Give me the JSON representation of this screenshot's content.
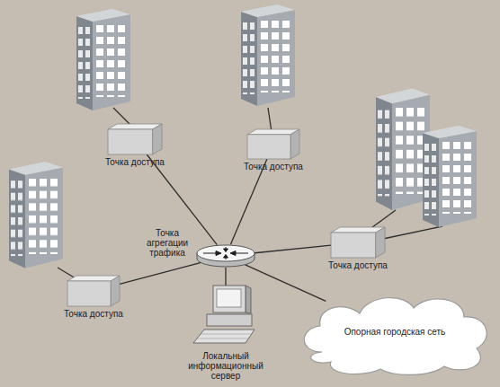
{
  "diagram": {
    "nodes": [
      {
        "text": [
          "Точка доступа"
        ]
      },
      {
        "text": [
          "Точка доступа"
        ]
      },
      {
        "text": [
          "Точка доступа"
        ]
      },
      {
        "text": [
          "Точка агрегации трафика"
        ]
      },
      {
        "text": [
          "Точка доступа"
        ]
      },
      {
        "text": [
          "Локальный информационный сервер"
        ]
      },
      {
        "text": [
          "Опорная городская сеть"
        ]
      }
    ],
    "edges": [
      {
        "from": 3,
        "to": 0,
        "arrow": "none"
      },
      {
        "from": 3,
        "to": 1,
        "arrow": "none"
      },
      {
        "from": 3,
        "to": 2,
        "arrow": "none"
      },
      {
        "from": 3,
        "to": 4,
        "arrow": "none"
      },
      {
        "from": 3,
        "to": 5,
        "arrow": "none"
      },
      {
        "from": 3,
        "to": 6,
        "arrow": "none"
      }
    ]
  }
}
